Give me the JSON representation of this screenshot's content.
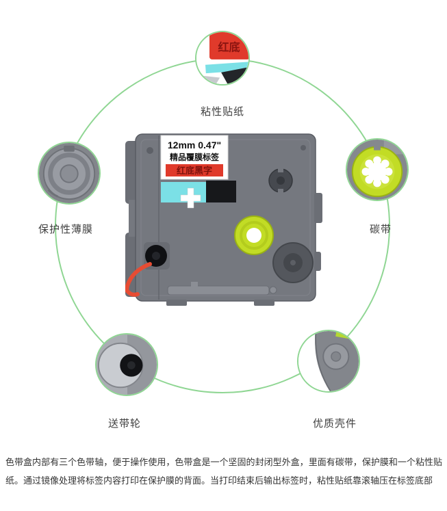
{
  "diagram": {
    "callouts": [
      {
        "id": "adhesive-sticker",
        "label": "粘性贴纸",
        "zoom_text": "红底"
      },
      {
        "id": "protective-film",
        "label": "保护性薄膜"
      },
      {
        "id": "ribbon",
        "label": "碳带"
      },
      {
        "id": "feed-wheel",
        "label": "送带轮"
      },
      {
        "id": "quality-shell",
        "label": "优质壳件"
      }
    ],
    "cartridge": {
      "size_text": "12mm 0.47\"",
      "type_text": "精品覆膜标签",
      "style_text": "红底黑字"
    },
    "colors": {
      "outline_green": "#8fd693",
      "label_red": "#e03a2b",
      "label_text_dark_red": "#7d120c",
      "tape_cyan": "#7be0e6",
      "ribbon_yellow_green": "#c2dc25",
      "body_gray": "#75787f",
      "tape_lead_red": "#e74c33"
    }
  },
  "description": "色带盒内部有三个色带轴，便于操作使用，色带盒是一个坚固的封闭型外盒，里面有碳带，保护膜和一个粘性贴纸。通过镜像处理将标签内容打印在保护膜的背面。当打印结束后输出标签时，粘性贴纸靠滚轴压在标签底部"
}
